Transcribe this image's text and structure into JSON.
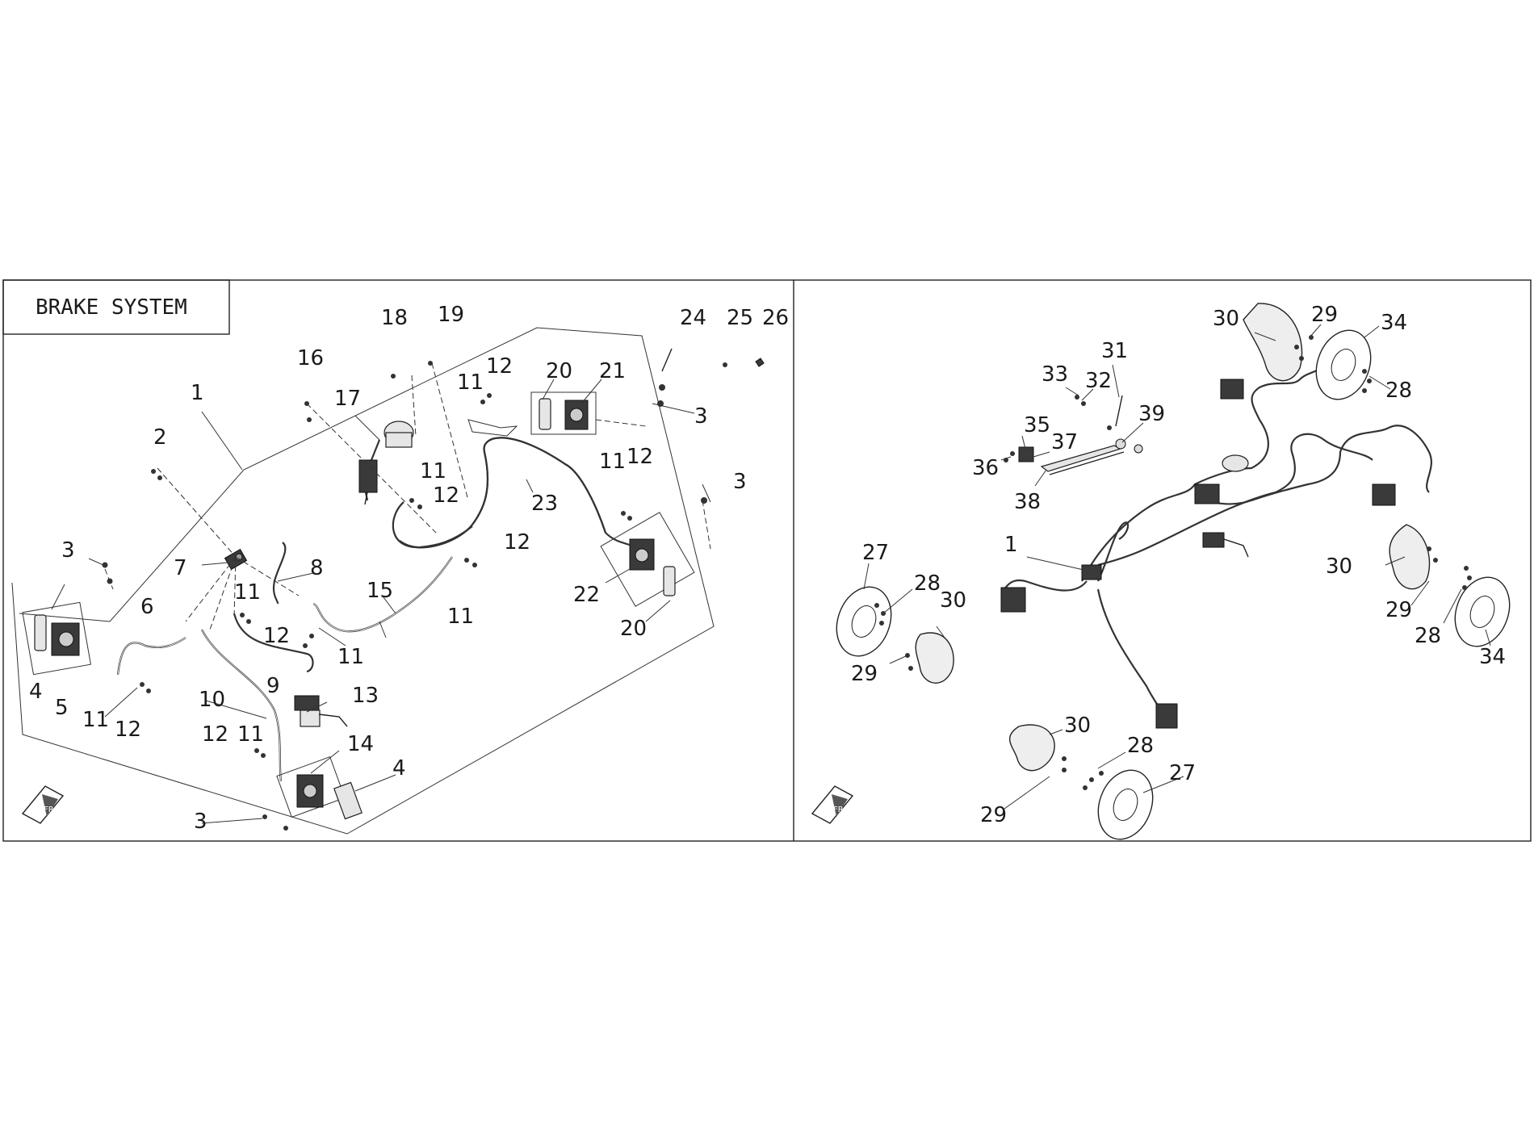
{
  "title": "BRAKE SYSTEM",
  "left_callouts": [
    {
      "text": "1"
    },
    {
      "text": "2"
    },
    {
      "text": "3"
    },
    {
      "text": "3"
    },
    {
      "text": "3"
    },
    {
      "text": "3"
    },
    {
      "text": "4"
    },
    {
      "text": "4"
    },
    {
      "text": "5"
    },
    {
      "text": "6"
    },
    {
      "text": "7"
    },
    {
      "text": "8"
    },
    {
      "text": "9"
    },
    {
      "text": "10"
    },
    {
      "text": "11"
    },
    {
      "text": "11"
    },
    {
      "text": "11"
    },
    {
      "text": "11"
    },
    {
      "text": "11"
    },
    {
      "text": "11"
    },
    {
      "text": "11"
    },
    {
      "text": "11"
    },
    {
      "text": "12"
    },
    {
      "text": "12"
    },
    {
      "text": "12"
    },
    {
      "text": "12"
    },
    {
      "text": "12"
    },
    {
      "text": "12"
    },
    {
      "text": "12"
    },
    {
      "text": "13"
    },
    {
      "text": "14"
    },
    {
      "text": "15"
    },
    {
      "text": "16"
    },
    {
      "text": "17"
    },
    {
      "text": "18"
    },
    {
      "text": "19"
    },
    {
      "text": "20"
    },
    {
      "text": "20"
    },
    {
      "text": "21"
    },
    {
      "text": "22"
    },
    {
      "text": "23"
    },
    {
      "text": "24"
    },
    {
      "text": "25"
    },
    {
      "text": "26"
    }
  ],
  "right_callouts": [
    {
      "text": "1"
    },
    {
      "text": "27"
    },
    {
      "text": "27"
    },
    {
      "text": "28"
    },
    {
      "text": "28"
    },
    {
      "text": "28"
    },
    {
      "text": "28"
    },
    {
      "text": "29"
    },
    {
      "text": "29"
    },
    {
      "text": "29"
    },
    {
      "text": "29"
    },
    {
      "text": "30"
    },
    {
      "text": "30"
    },
    {
      "text": "30"
    },
    {
      "text": "30"
    },
    {
      "text": "31"
    },
    {
      "text": "32"
    },
    {
      "text": "33"
    },
    {
      "text": "34"
    },
    {
      "text": "34"
    },
    {
      "text": "35"
    },
    {
      "text": "36"
    },
    {
      "text": "37"
    },
    {
      "text": "38"
    },
    {
      "text": "39"
    }
  ],
  "icons": [
    "front-direction-icon",
    "front-direction-icon"
  ]
}
